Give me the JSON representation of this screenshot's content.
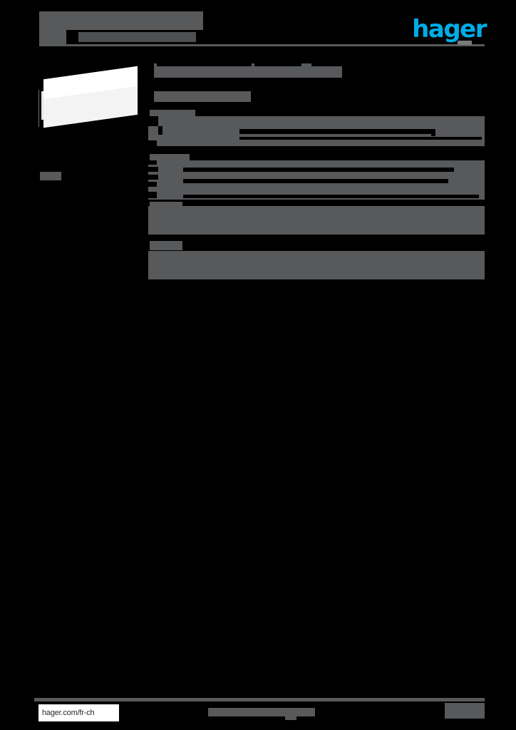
{
  "document": {
    "kind": "product-datasheet",
    "page_background": "#000000",
    "redaction_color": "#58595b",
    "brand_color": "#00ade6",
    "paper_color": "#ffffff"
  },
  "header": {
    "title": "",
    "title_redacted": true,
    "subtitle": "",
    "subtitle_redacted": true,
    "logo_text": "hager",
    "rule_visible": true
  },
  "left_column": {
    "product_image": {
      "alt": "product-photo",
      "redacted": false,
      "color": "#ffffff"
    },
    "caption": "",
    "caption_redacted": true
  },
  "main": {
    "block_title": "",
    "block_title_redacted": true,
    "block_subtitle": "",
    "block_subtitle_redacted": true,
    "sections": [
      {
        "label": "",
        "label_redacted": true,
        "rows": [
          {
            "name": "",
            "value": "",
            "redacted": true
          },
          {
            "name": "",
            "value": "",
            "redacted": true
          }
        ]
      },
      {
        "label": "",
        "label_redacted": true,
        "rows": [
          {
            "name": "",
            "value": "",
            "redacted": true
          },
          {
            "name": "",
            "value": "",
            "redacted": true
          },
          {
            "name": "",
            "value": "",
            "redacted": true
          },
          {
            "name": "",
            "value": "",
            "redacted": true
          }
        ]
      },
      {
        "label": "",
        "label_redacted": true,
        "rows": [
          {
            "name": "",
            "value": "",
            "redacted": true
          },
          {
            "name": "",
            "value": "",
            "redacted": true
          }
        ]
      },
      {
        "label": "",
        "label_redacted": true,
        "rows": [
          {
            "name": "",
            "value": "",
            "redacted": true
          },
          {
            "name": "",
            "value": "",
            "redacted": true
          }
        ]
      }
    ]
  },
  "footer": {
    "url": "hager.com/fr-ch",
    "center_text": "",
    "center_text_redacted": true,
    "right_text": "",
    "right_text_redacted": true
  }
}
